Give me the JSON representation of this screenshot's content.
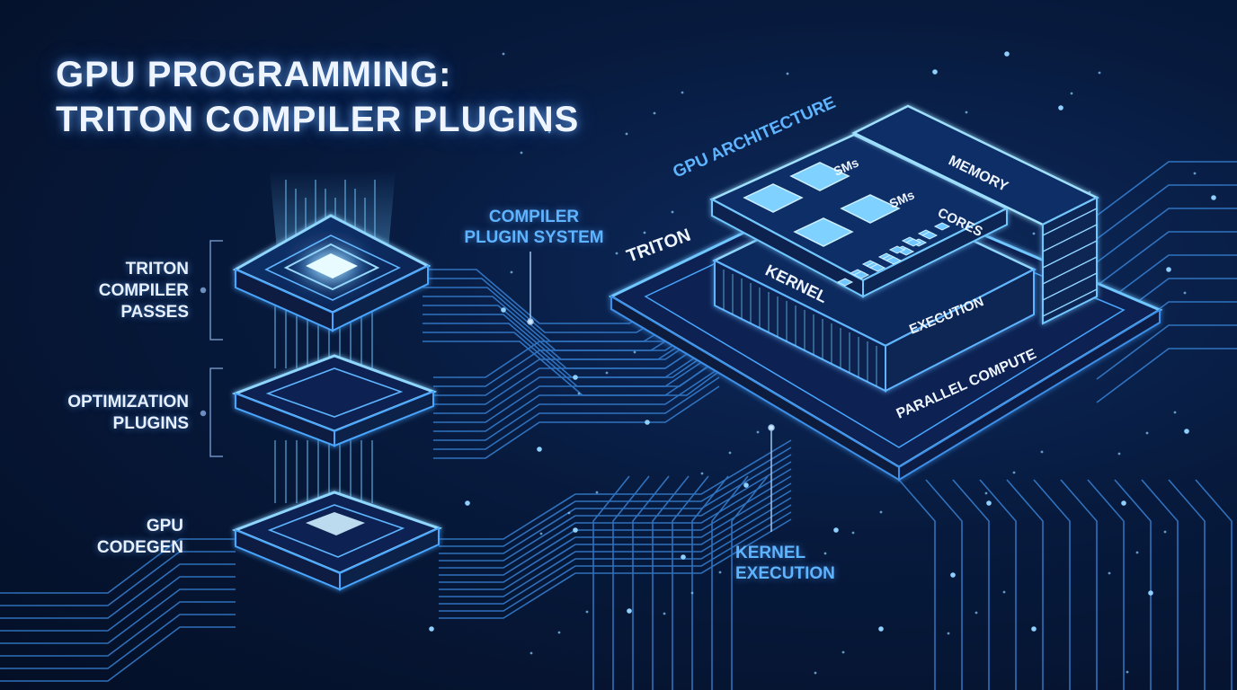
{
  "title": {
    "line1": "GPU PROGRAMMING:",
    "line2": "TRITON COMPILER PLUGINS"
  },
  "stack_labels": [
    {
      "lines": [
        "TRITON",
        "COMPILER",
        "PASSES"
      ]
    },
    {
      "lines": [
        "OPTIMIZATION",
        "PLUGINS"
      ]
    },
    {
      "lines": [
        "GPU",
        "CODEGEN"
      ]
    }
  ],
  "callouts": {
    "plugin_system": [
      "COMPILER",
      "PLUGIN SYSTEM"
    ],
    "kernel_execution": [
      "KERNEL",
      "EXECUTION"
    ]
  },
  "architecture": {
    "header": "GPU ARCHITECTURE",
    "triton": "TRITON",
    "sms_1": "SMs",
    "sms_2": "SMs",
    "cores": "CORES",
    "memory": "MEMORY",
    "kernel": "KERNEL",
    "execution": "EXECUTION",
    "parallel_compute": "PARALLEL COMPUTE"
  },
  "colors": {
    "background": "#061633",
    "accent": "#5fb4ff",
    "glow": "#9fd8ff",
    "text": "#eef5ff"
  }
}
